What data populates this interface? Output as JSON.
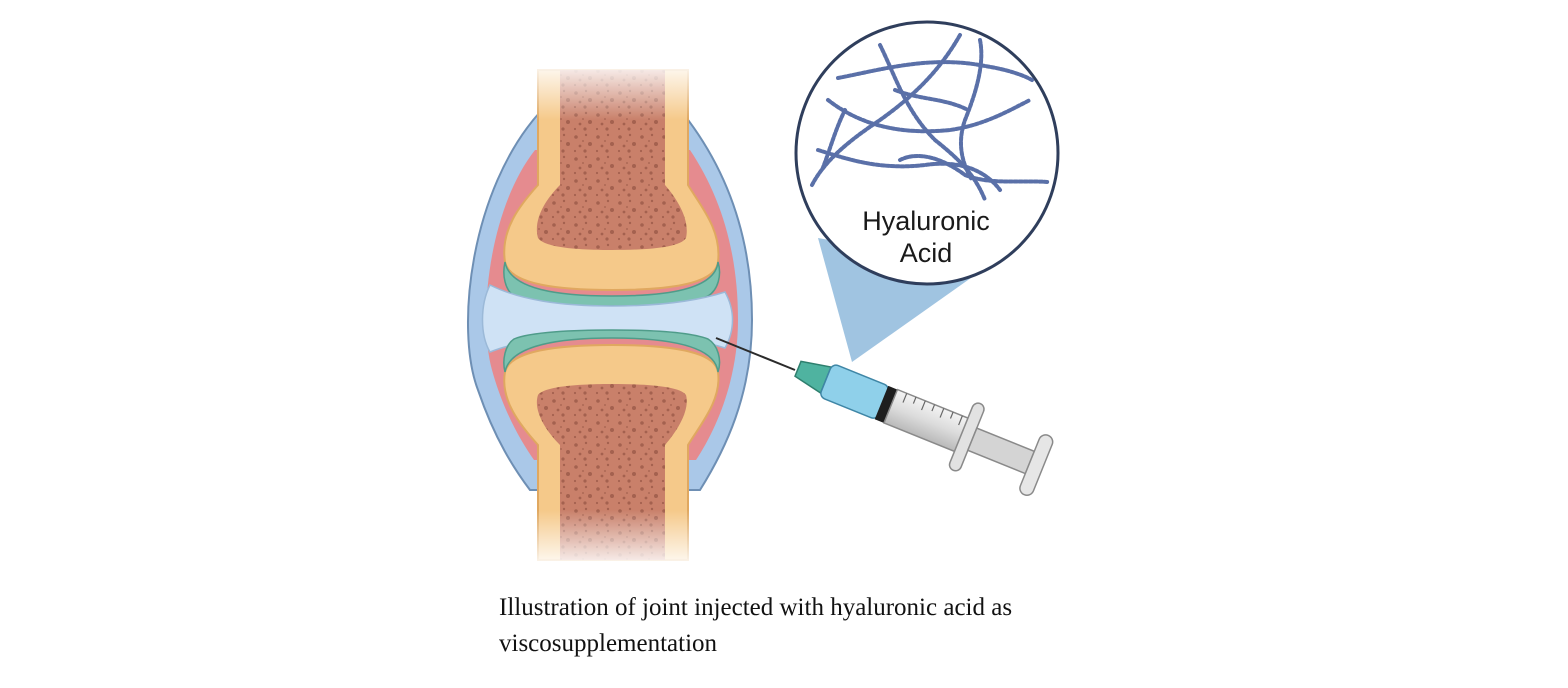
{
  "magnifier": {
    "label_line1": "Hyaluronic",
    "label_line2": "Acid"
  },
  "caption": {
    "line1": "Illustration of joint injected with hyaluronic acid as",
    "line2": "viscosupplementation"
  },
  "colors": {
    "bone_marrow": "#c9806a",
    "cortical_bone": "#f5c98a",
    "cartilage": "#7cc2b0",
    "synovial_fluid": "#cfe2f5",
    "synovial_membrane": "#e58b8f",
    "joint_capsule": "#aac8e8",
    "hyaluronic_fibers": "#5a70a8",
    "syringe_liquid": "#8fd0ea",
    "magnifier_beam": "#8fbadc"
  }
}
